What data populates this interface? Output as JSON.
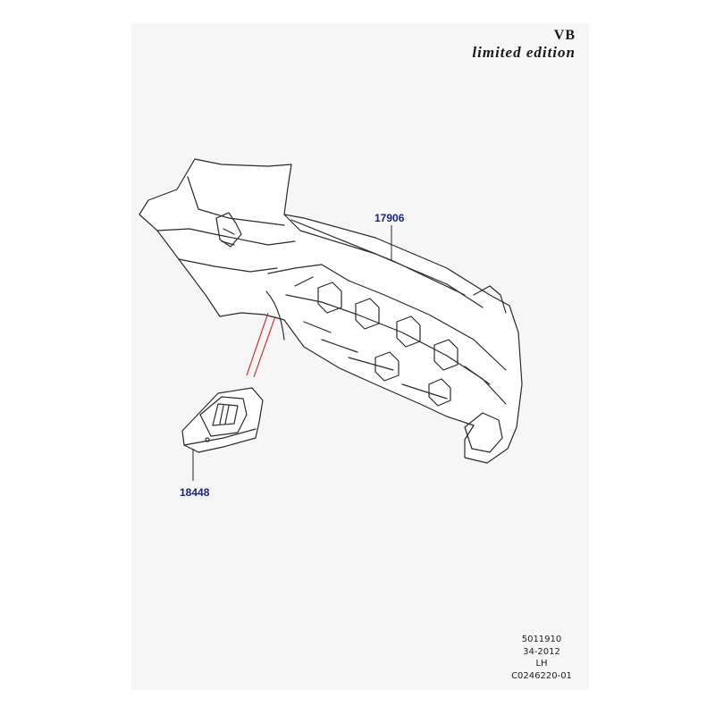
{
  "header": {
    "code": "VB",
    "edition": "limited edition"
  },
  "callouts": {
    "bumper": "17906",
    "shield": "18448"
  },
  "footer": {
    "line1": "5011910",
    "line2": "34-2012",
    "line3": "LH",
    "line4": "C0246220-01"
  },
  "colors": {
    "callout": "#1a237e",
    "leader_arrow": "#cc1f1f",
    "linework": "#2a2a2a",
    "sheet": "#f6f6f6"
  }
}
